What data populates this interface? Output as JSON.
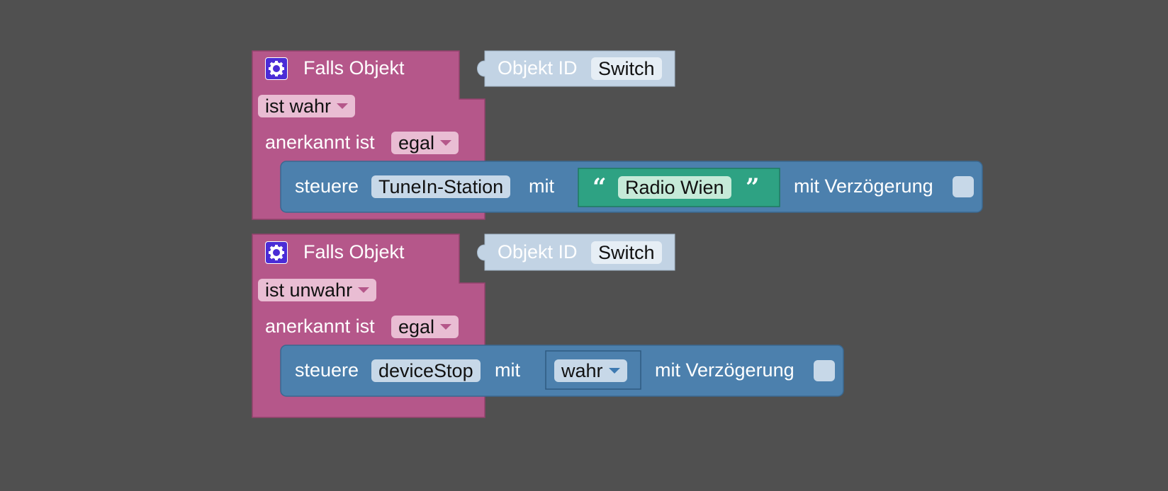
{
  "blocks": [
    {
      "header": "Falls Objekt",
      "object_id_label": "Objekt ID",
      "object_id_value": "Switch",
      "condition": "ist wahr",
      "ack_label": "anerkannt ist",
      "ack_value": "egal",
      "action": {
        "label": "steuere",
        "target": "TuneIn-Station",
        "with_label": "mit",
        "value": "Radio Wien",
        "delay_label": "mit Verzögerung"
      }
    },
    {
      "header": "Falls Objekt",
      "object_id_label": "Objekt ID",
      "object_id_value": "Switch",
      "condition": "ist unwahr",
      "ack_label": "anerkannt ist",
      "ack_value": "egal",
      "action": {
        "label": "steuere",
        "target": "deviceStop",
        "with_label": "mit",
        "value": "wahr",
        "delay_label": "mit Verzögerung"
      }
    }
  ],
  "colors": {
    "workspace": "#505050",
    "trigger_block": "#b5578a",
    "object_block": "#c2d3e4",
    "control_block": "#4c80ad",
    "text_block": "#2ea283",
    "gear": "#4a2cd6"
  },
  "icons": [
    "gear-icon",
    "dropdown-arrow-icon",
    "quote-open-icon",
    "quote-close-icon"
  ]
}
